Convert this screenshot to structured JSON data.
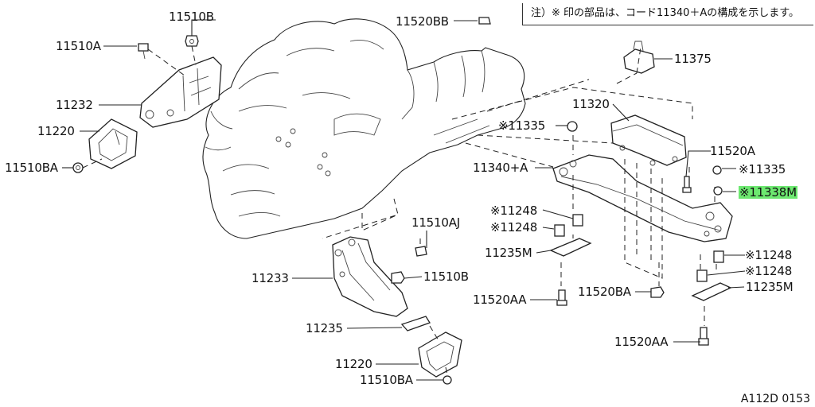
{
  "note": "注）※ 印の部品は、コード11340＋Aの構成を示します。",
  "drawing_code": "A112D 0153",
  "highlight_color": "#6de870",
  "labels": {
    "l_11510B_top": "11510B",
    "l_11510A": "11510A",
    "l_11232": "11232",
    "l_11220_left": "11220",
    "l_11510BA_left": "11510BA",
    "l_11520BB": "11520BB",
    "l_11375": "11375",
    "l_11320": "11320",
    "l_11335_a": "※11335",
    "l_11520A": "11520A",
    "l_11340A": "11340+A",
    "l_11335_b": "※11335",
    "l_11338M": "※11338M",
    "l_11248_a": "※11248",
    "l_11248_b": "※11248",
    "l_11235M_left": "11235M",
    "l_11520AA_left": "11520AA",
    "l_11520BA_mid": "11520BA",
    "l_11248_c": "※11248",
    "l_11248_d": "※11248",
    "l_11235M_right": "11235M",
    "l_11520AA_right": "11520AA",
    "l_11510AJ": "11510AJ",
    "l_11233": "11233",
    "l_11510B_mid": "11510B",
    "l_11235": "11235",
    "l_11220_bottom": "11220",
    "l_11510BA_bottom": "11510BA"
  }
}
